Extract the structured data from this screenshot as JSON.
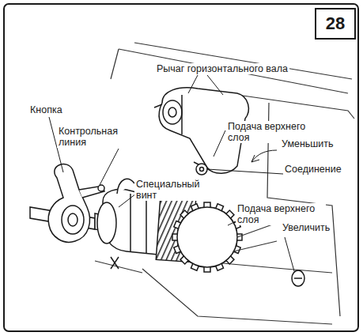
{
  "diagram": {
    "nodes": [
      {
        "text": [
          "28"
        ]
      }
    ],
    "labels": [
      "Рычаг горизонтального вала",
      "Кнопка",
      "Контрольная линия",
      "Подача верхнего слоя",
      "Уменьшить",
      "Соединение",
      "Специальный винт",
      "Подача верхнего слоя",
      "Увеличить"
    ]
  }
}
